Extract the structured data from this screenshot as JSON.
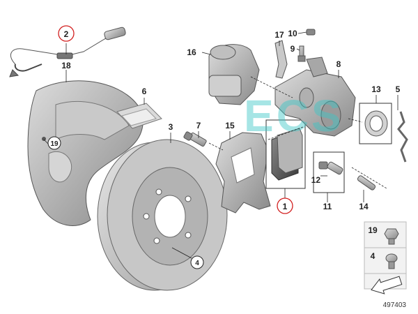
{
  "diagram": {
    "callouts": {
      "c1": "1",
      "c2": "2",
      "c3": "3",
      "c4": "4",
      "c5": "5",
      "c6": "6",
      "c7": "7",
      "c8": "8",
      "c9": "9",
      "c10": "10",
      "c11": "11",
      "c12": "12",
      "c13": "13",
      "c14": "14",
      "c15": "15",
      "c16": "16",
      "c17": "17",
      "c18": "18",
      "c19": "19"
    },
    "legend": {
      "item19": "19",
      "item4": "4"
    },
    "document_number": "497403",
    "colors": {
      "highlight_circle": "#d21f1f",
      "part_gray": "#b8b8b8",
      "watermark": "#3cc7c7"
    }
  }
}
